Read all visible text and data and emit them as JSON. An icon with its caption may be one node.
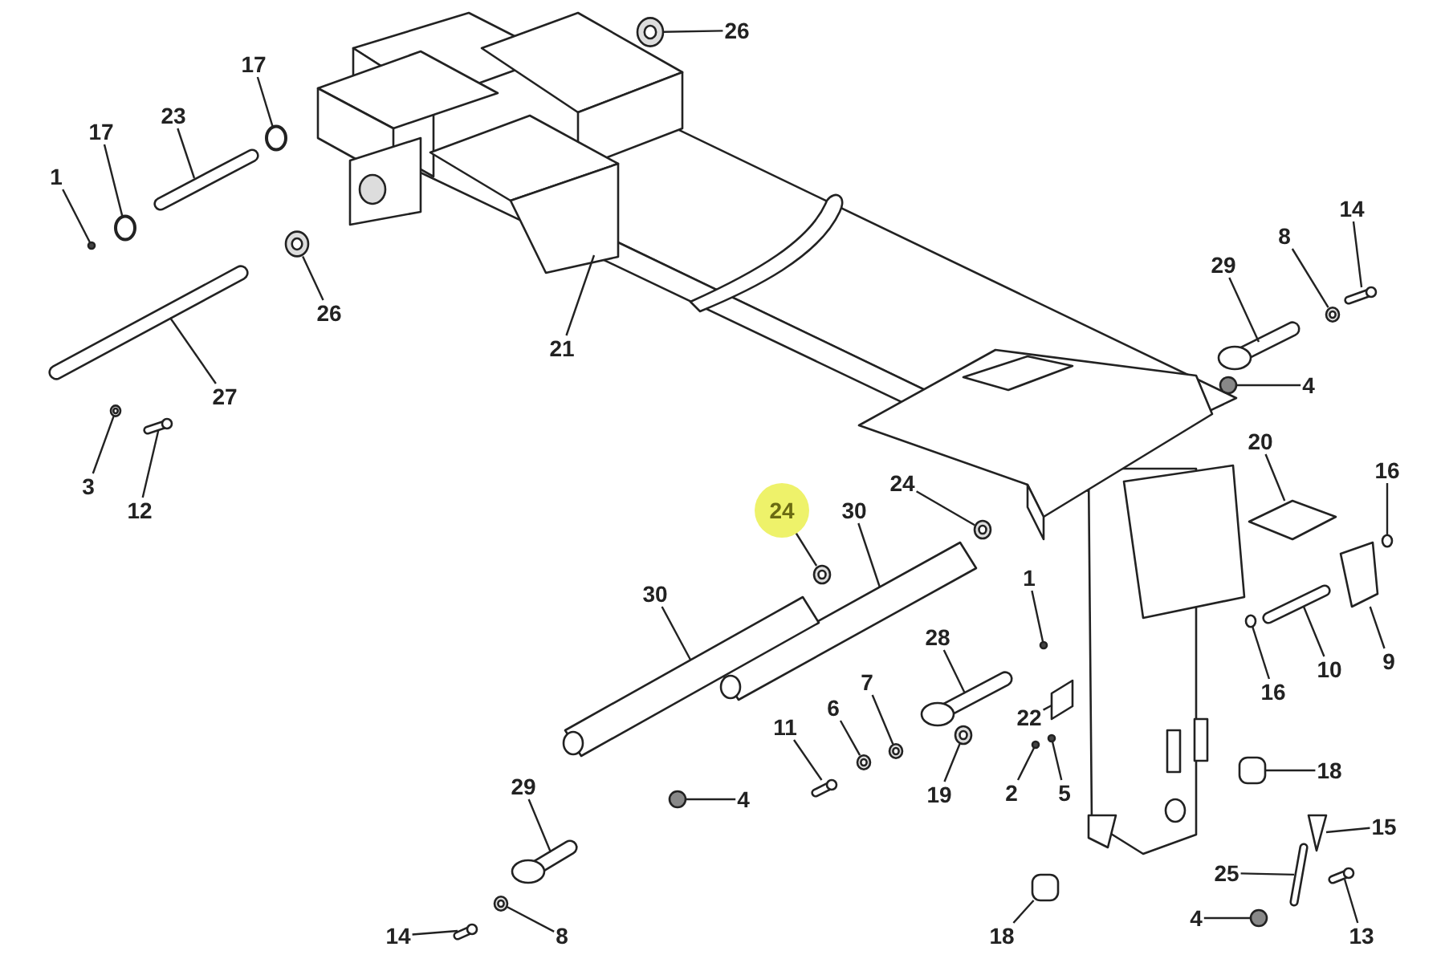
{
  "diagram": {
    "nodes": [
      {
        "text": [
          "26"
        ]
      },
      {
        "text": [
          "17"
        ]
      },
      {
        "text": [
          "17"
        ]
      },
      {
        "text": [
          "23"
        ]
      },
      {
        "text": [
          "1"
        ]
      },
      {
        "text": [
          "26"
        ]
      },
      {
        "text": [
          "21"
        ]
      },
      {
        "text": [
          "27"
        ]
      },
      {
        "text": [
          "3"
        ]
      },
      {
        "text": [
          "12"
        ]
      },
      {
        "text": [
          "14"
        ]
      },
      {
        "text": [
          "8"
        ]
      },
      {
        "text": [
          "29"
        ]
      },
      {
        "text": [
          "4"
        ]
      },
      {
        "text": [
          "20"
        ]
      },
      {
        "text": [
          "16"
        ]
      },
      {
        "text": [
          "24"
        ]
      },
      {
        "text": [
          "30"
        ]
      },
      {
        "text": [
          "24"
        ]
      },
      {
        "text": [
          "30"
        ]
      },
      {
        "text": [
          "1"
        ]
      },
      {
        "text": [
          "28"
        ]
      },
      {
        "text": [
          "16"
        ]
      },
      {
        "text": [
          "10"
        ]
      },
      {
        "text": [
          "9"
        ]
      },
      {
        "text": [
          "22"
        ]
      },
      {
        "text": [
          "7"
        ]
      },
      {
        "text": [
          "6"
        ]
      },
      {
        "text": [
          "11"
        ]
      },
      {
        "text": [
          "4"
        ]
      },
      {
        "text": [
          "19"
        ]
      },
      {
        "text": [
          "2"
        ]
      },
      {
        "text": [
          "5"
        ]
      },
      {
        "text": [
          "18"
        ]
      },
      {
        "text": [
          "15"
        ]
      },
      {
        "text": [
          "29"
        ]
      },
      {
        "text": [
          "25"
        ]
      },
      {
        "text": [
          "14"
        ]
      },
      {
        "text": [
          "8"
        ]
      },
      {
        "text": [
          "18"
        ]
      },
      {
        "text": [
          "4"
        ]
      },
      {
        "text": [
          "13"
        ]
      },
      {
        "text": [],
        "shape": "washer"
      },
      {
        "text": [],
        "shape": "ring"
      },
      {
        "text": [],
        "shape": "ring"
      },
      {
        "text": [],
        "shape": "pin"
      },
      {
        "text": [],
        "shape": "dot"
      },
      {
        "text": [],
        "shape": "washer"
      },
      {
        "text": [],
        "shape": "beam"
      },
      {
        "text": [],
        "shape": "pin"
      },
      {
        "text": [],
        "shape": "washer"
      },
      {
        "text": [],
        "shape": "bolt"
      },
      {
        "text": [],
        "shape": "bolt"
      },
      {
        "text": [],
        "shape": "washer"
      },
      {
        "text": [],
        "shape": "flange"
      },
      {
        "text": [],
        "shape": "nut"
      },
      {
        "text": [],
        "shape": "plate"
      },
      {
        "text": [],
        "shape": "ring"
      },
      {
        "text": [],
        "shape": "washer"
      },
      {
        "text": [],
        "shape": "cylinder"
      },
      {
        "text": [],
        "shape": "washer"
      },
      {
        "text": [],
        "shape": "cylinder"
      },
      {
        "text": [],
        "shape": "dot"
      },
      {
        "text": [],
        "shape": "flange"
      },
      {
        "text": [],
        "shape": "ring"
      },
      {
        "text": [],
        "shape": "pin"
      },
      {
        "text": [],
        "shape": "bracket"
      },
      {
        "text": [],
        "shape": "plate"
      },
      {
        "text": [],
        "shape": "washer"
      },
      {
        "text": [],
        "shape": "washer"
      },
      {
        "text": [],
        "shape": "bolt"
      },
      {
        "text": [],
        "shape": "nut"
      },
      {
        "text": [],
        "shape": "washer"
      },
      {
        "text": [],
        "shape": "dot"
      },
      {
        "text": [],
        "shape": "dot"
      },
      {
        "text": [],
        "shape": "bushing"
      },
      {
        "text": [],
        "shape": "clip"
      },
      {
        "text": [],
        "shape": "flange"
      },
      {
        "text": [],
        "shape": "pin"
      },
      {
        "text": [],
        "shape": "bolt"
      },
      {
        "text": [],
        "shape": "washer"
      },
      {
        "text": [],
        "shape": "bushing"
      },
      {
        "text": [],
        "shape": "nut"
      },
      {
        "text": [],
        "shape": "bolt"
      }
    ],
    "edges": [
      {
        "from": 0,
        "to": 42,
        "arrow": "none"
      },
      {
        "from": 1,
        "to": 43,
        "arrow": "none"
      },
      {
        "from": 2,
        "to": 44,
        "arrow": "none"
      },
      {
        "from": 3,
        "to": 45,
        "arrow": "none"
      },
      {
        "from": 4,
        "to": 46,
        "arrow": "none"
      },
      {
        "from": 5,
        "to": 47,
        "arrow": "none"
      },
      {
        "from": 6,
        "to": 48,
        "arrow": "none"
      },
      {
        "from": 7,
        "to": 49,
        "arrow": "none"
      },
      {
        "from": 8,
        "to": 50,
        "arrow": "none"
      },
      {
        "from": 9,
        "to": 51,
        "arrow": "none"
      },
      {
        "from": 10,
        "to": 52,
        "arrow": "none"
      },
      {
        "from": 11,
        "to": 53,
        "arrow": "none"
      },
      {
        "from": 12,
        "to": 54,
        "arrow": "none"
      },
      {
        "from": 13,
        "to": 55,
        "arrow": "none"
      },
      {
        "from": 14,
        "to": 56,
        "arrow": "none"
      },
      {
        "from": 15,
        "to": 57,
        "arrow": "none"
      },
      {
        "from": 16,
        "to": 58,
        "arrow": "none"
      },
      {
        "from": 17,
        "to": 59,
        "arrow": "none"
      },
      {
        "from": 18,
        "to": 60,
        "arrow": "none"
      },
      {
        "from": 19,
        "to": 61,
        "arrow": "none"
      },
      {
        "from": 20,
        "to": 62,
        "arrow": "none"
      },
      {
        "from": 21,
        "to": 63,
        "arrow": "none"
      },
      {
        "from": 22,
        "to": 64,
        "arrow": "none"
      },
      {
        "from": 23,
        "to": 65,
        "arrow": "none"
      },
      {
        "from": 24,
        "to": 66,
        "arrow": "none"
      },
      {
        "from": 25,
        "to": 67,
        "arrow": "none"
      },
      {
        "from": 26,
        "to": 68,
        "arrow": "none"
      },
      {
        "from": 27,
        "to": 69,
        "arrow": "none"
      },
      {
        "from": 28,
        "to": 70,
        "arrow": "none"
      },
      {
        "from": 29,
        "to": 71,
        "arrow": "none"
      },
      {
        "from": 30,
        "to": 72,
        "arrow": "none"
      },
      {
        "from": 31,
        "to": 73,
        "arrow": "none"
      },
      {
        "from": 32,
        "to": 74,
        "arrow": "none"
      },
      {
        "from": 33,
        "to": 75,
        "arrow": "none"
      },
      {
        "from": 34,
        "to": 76,
        "arrow": "none"
      },
      {
        "from": 35,
        "to": 77,
        "arrow": "none"
      },
      {
        "from": 36,
        "to": 78,
        "arrow": "none"
      },
      {
        "from": 37,
        "to": 79,
        "arrow": "none"
      },
      {
        "from": 38,
        "to": 80,
        "arrow": "none"
      },
      {
        "from": 39,
        "to": 81,
        "arrow": "none"
      },
      {
        "from": 40,
        "to": 82,
        "arrow": "none"
      },
      {
        "from": 41,
        "to": 83,
        "arrow": "none"
      }
    ]
  }
}
